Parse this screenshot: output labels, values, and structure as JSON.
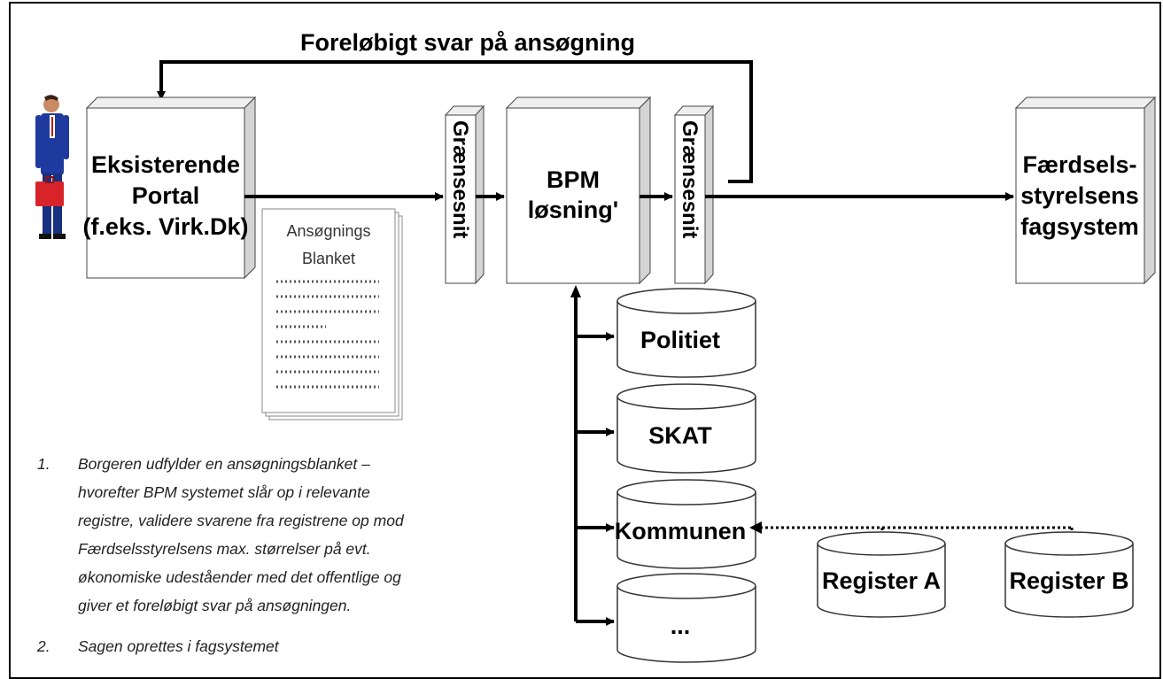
{
  "diagram": {
    "feedback_label": "Foreløbigt svar på ansøgning",
    "portal": {
      "lines": [
        "Eksisterende",
        "Portal",
        "(f.eks. Virk.Dk)"
      ]
    },
    "interface_left": "Grænsesnit",
    "interface_right": "Grænsesnit",
    "bpm": {
      "lines": [
        "BPM",
        "løsning'"
      ]
    },
    "target": {
      "lines": [
        "Færdsels-",
        "styrelsens",
        "fagsystem"
      ]
    },
    "form": {
      "lines": [
        "Ansøgnings",
        "Blanket"
      ]
    },
    "databases": [
      "Politiet",
      "SKAT",
      "Kommunen",
      "..."
    ],
    "registers": [
      "Register A",
      "Register B"
    ],
    "notes": [
      {
        "number": "1.",
        "lines": [
          "Borgeren udfylder en ansøgningsblanket –",
          "hvorefter BPM systemet slår op i relevante",
          "registre, validere svarene fra registrene op mod",
          "Færdselsstyrelsens max. størrelser på evt.",
          "økonomiske udeståender med det offentlige og",
          "giver et foreløbigt svar på ansøgningen."
        ]
      },
      {
        "number": "2.",
        "lines": [
          "Sagen oprettes i fagsystemet"
        ]
      }
    ]
  },
  "colors": {
    "box_fill": "#ffffff",
    "box_side": "#d9d9d9",
    "box_top": "#efefef",
    "line": "#000000",
    "person_suit": "#1f3a9e",
    "person_case": "#d6242a"
  }
}
